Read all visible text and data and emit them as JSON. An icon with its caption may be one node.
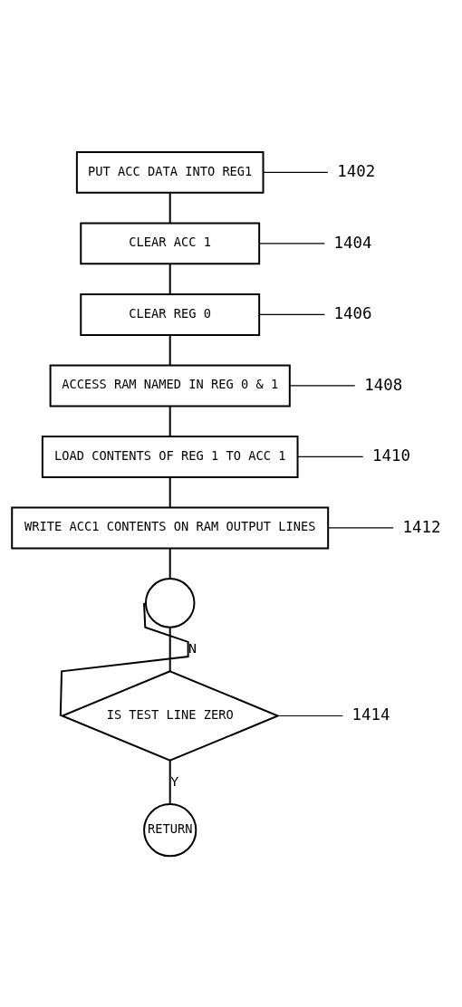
{
  "diagram": {
    "nodes": [
      {
        "text": [
          "PUT ACC DATA INTO REG1"
        ]
      },
      {
        "text": [
          "CLEAR ACC 1"
        ]
      },
      {
        "text": [
          "CLEAR REG 0"
        ]
      },
      {
        "text": [
          "ACCESS RAM NAMED IN REG 0 & 1"
        ]
      },
      {
        "text": [
          "LOAD CONTENTS OF REG 1 TO ACC 1"
        ]
      },
      {
        "text": [
          "WRITE ACC1 CONTENTS ON RAM OUTPUT LINES"
        ]
      },
      {
        "text": [],
        "shape": "circle"
      },
      {
        "text": [
          "IS TEST LINE ZERO"
        ]
      },
      {
        "text": [
          "RETURN"
        ]
      },
      {
        "text": [
          "1402"
        ]
      },
      {
        "text": [
          "1404"
        ]
      },
      {
        "text": [
          "1406"
        ]
      },
      {
        "text": [
          "1408"
        ]
      },
      {
        "text": [
          "1410"
        ]
      },
      {
        "text": [
          "1412"
        ]
      },
      {
        "text": [
          "1414"
        ]
      }
    ],
    "edges": [
      {
        "from": 0,
        "to": 1,
        "arrow": "none"
      },
      {
        "from": 1,
        "to": 2,
        "arrow": "none"
      },
      {
        "from": 2,
        "to": 3,
        "arrow": "none"
      },
      {
        "from": 3,
        "to": 4,
        "arrow": "none"
      },
      {
        "from": 4,
        "to": 5,
        "arrow": "none"
      },
      {
        "from": 5,
        "to": 6,
        "arrow": "none"
      },
      {
        "from": 6,
        "to": 7,
        "arrow": "none"
      },
      {
        "from": 7,
        "to": 6,
        "label": "N",
        "arrow": "none"
      },
      {
        "from": 7,
        "to": 8,
        "label": "Y",
        "arrow": "none"
      },
      {
        "from": 0,
        "to": 9,
        "arrow": "none"
      },
      {
        "from": 1,
        "to": 10,
        "arrow": "none"
      },
      {
        "from": 2,
        "to": 11,
        "arrow": "none"
      },
      {
        "from": 3,
        "to": 12,
        "arrow": "none"
      },
      {
        "from": 4,
        "to": 13,
        "arrow": "none"
      },
      {
        "from": 5,
        "to": 14,
        "arrow": "none"
      },
      {
        "from": 7,
        "to": 15,
        "arrow": "none"
      }
    ]
  }
}
